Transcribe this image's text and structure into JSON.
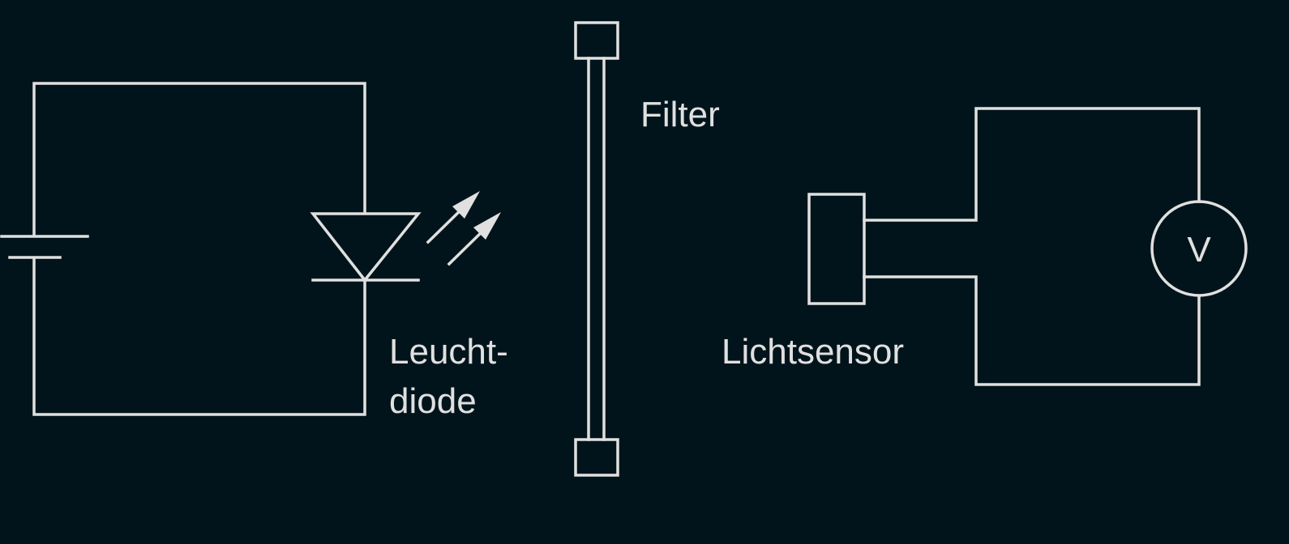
{
  "colors": {
    "background": "#02141b",
    "stroke": "#e0e0e0"
  },
  "labels": {
    "filter": "Filter",
    "led_line1": "Leucht-",
    "led_line2": "diode",
    "sensor": "Lichtsensor",
    "voltmeter": "V"
  },
  "icons": {
    "battery": "battery-icon",
    "led": "led-diode-icon",
    "light_arrows": "light-emission-arrows-icon",
    "filter": "filter-icon",
    "sensor": "light-sensor-icon",
    "voltmeter": "voltmeter-icon"
  }
}
